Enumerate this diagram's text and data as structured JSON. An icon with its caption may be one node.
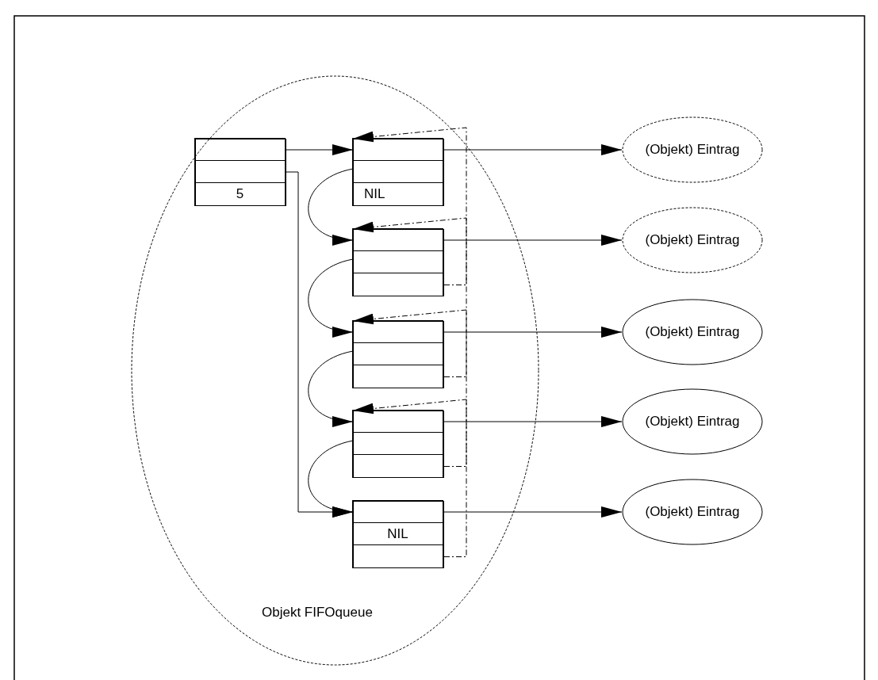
{
  "diagram": {
    "nodes": [
      {
        "text": [
          "Objekt FIFOqueue"
        ]
      },
      {
        "text": [],
        "shape": "box",
        "in": 0
      },
      {
        "text": [],
        "shape": "box",
        "in": 1
      },
      {
        "text": [],
        "shape": "box",
        "in": 1
      },
      {
        "text": [
          "5"
        ],
        "in": 1
      },
      {
        "text": [],
        "shape": "box",
        "in": 0
      },
      {
        "text": [],
        "shape": "box",
        "in": 5
      },
      {
        "text": [],
        "shape": "box",
        "in": 5
      },
      {
        "text": [
          "NIL"
        ],
        "in": 5
      },
      {
        "text": [],
        "shape": "box",
        "in": 0
      },
      {
        "text": [],
        "shape": "box",
        "in": 9
      },
      {
        "text": [],
        "shape": "box",
        "in": 9
      },
      {
        "text": [],
        "shape": "box",
        "in": 9
      },
      {
        "text": [],
        "shape": "box",
        "in": 0
      },
      {
        "text": [],
        "shape": "box",
        "in": 13
      },
      {
        "text": [],
        "shape": "box",
        "in": 13
      },
      {
        "text": [],
        "shape": "box",
        "in": 13
      },
      {
        "text": [],
        "shape": "box",
        "in": 0
      },
      {
        "text": [],
        "shape": "box",
        "in": 17
      },
      {
        "text": [],
        "shape": "box",
        "in": 17
      },
      {
        "text": [],
        "shape": "box",
        "in": 17
      },
      {
        "text": [],
        "shape": "box",
        "in": 0
      },
      {
        "text": [],
        "shape": "box",
        "in": 21
      },
      {
        "text": [
          "NIL"
        ],
        "in": 21
      },
      {
        "text": [],
        "shape": "box",
        "in": 21
      },
      {
        "text": [
          "(Objekt) Eintrag"
        ]
      },
      {
        "text": [
          "(Objekt) Eintrag"
        ]
      },
      {
        "text": [
          "(Objekt) Eintrag"
        ]
      },
      {
        "text": [
          "(Objekt) Eintrag"
        ]
      },
      {
        "text": [
          "(Objekt) Eintrag"
        ]
      }
    ],
    "edges": [
      {
        "from": 2,
        "to": 5,
        "arrow": "to"
      },
      {
        "from": 3,
        "to": 21,
        "arrow": "to"
      },
      {
        "from": 6,
        "to": 25,
        "arrow": "to"
      },
      {
        "from": 7,
        "to": 9,
        "arrow": "to"
      },
      {
        "from": 10,
        "to": 26,
        "arrow": "to"
      },
      {
        "from": 11,
        "to": 13,
        "arrow": "to"
      },
      {
        "from": 12,
        "to": 5,
        "arrow": "to",
        "style": "dashed"
      },
      {
        "from": 14,
        "to": 27,
        "arrow": "to"
      },
      {
        "from": 15,
        "to": 17,
        "arrow": "to"
      },
      {
        "from": 16,
        "to": 9,
        "arrow": "to",
        "style": "dashed"
      },
      {
        "from": 18,
        "to": 28,
        "arrow": "to"
      },
      {
        "from": 19,
        "to": 21,
        "arrow": "to"
      },
      {
        "from": 20,
        "to": 13,
        "arrow": "to",
        "style": "dashed"
      },
      {
        "from": 22,
        "to": 29,
        "arrow": "to"
      },
      {
        "from": 24,
        "to": 17,
        "arrow": "to",
        "style": "dashed"
      }
    ]
  }
}
